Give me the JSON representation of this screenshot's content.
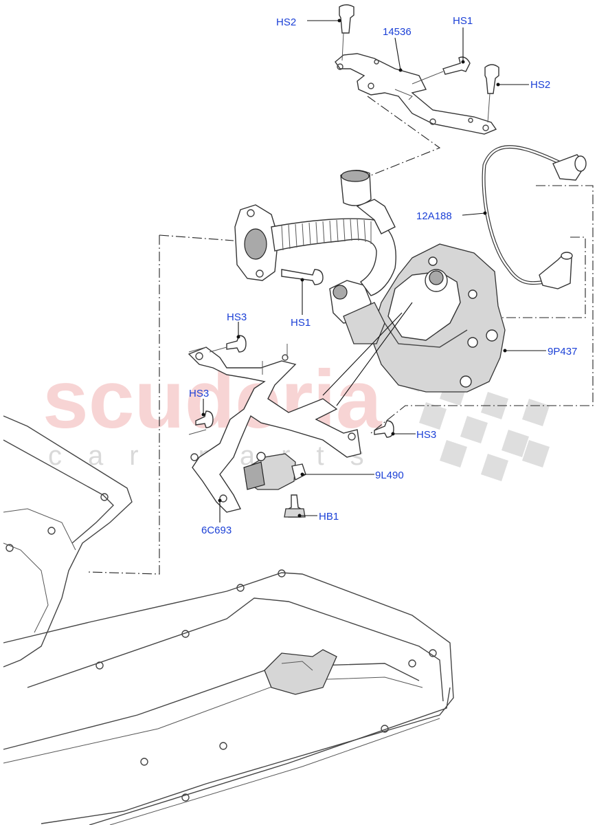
{
  "watermark": {
    "brand": "scuderia",
    "sub": "car parts"
  },
  "labels": {
    "hs2_top": "HS2",
    "p14536": "14536",
    "hs1_top": "HS1",
    "hs2_right": "HS2",
    "p12a188": "12A188",
    "hs1_mid": "HS1",
    "hs3_a": "HS3",
    "p9p437": "9P437",
    "hs3_b": "HS3",
    "hs3_c": "HS3",
    "p9l490": "9L490",
    "hb1": "HB1",
    "p6c693": "6C693"
  },
  "colors": {
    "label": "#1a3fd6",
    "watermark": "#f2b8b8"
  }
}
